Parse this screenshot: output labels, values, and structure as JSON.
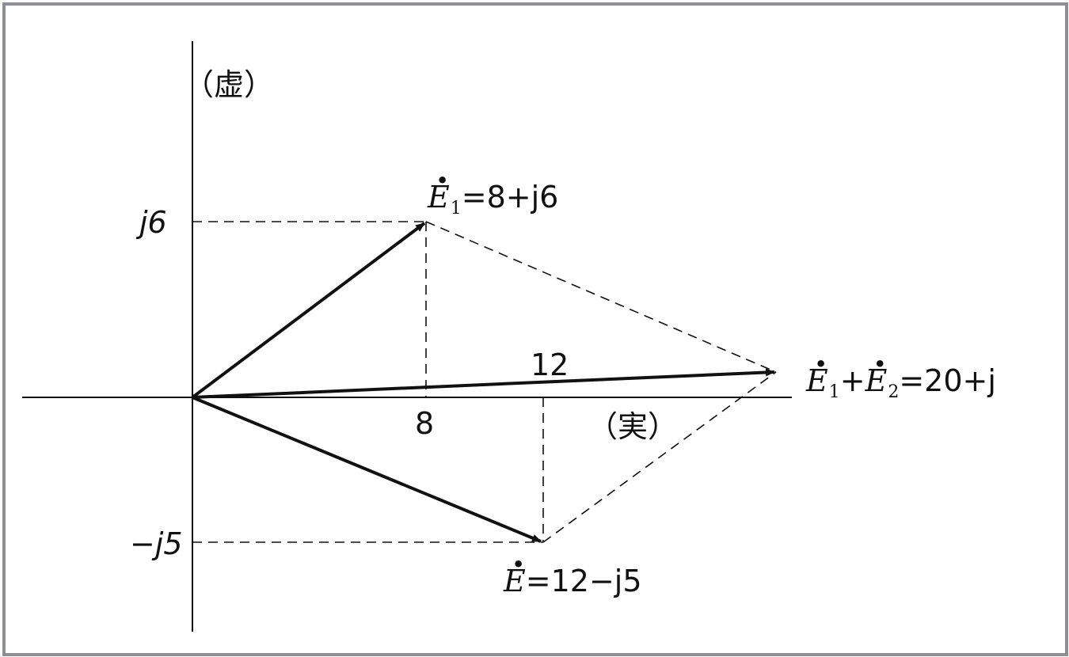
{
  "axes": {
    "imag_label": "（虚）",
    "real_label": "（実）"
  },
  "ticks": {
    "j6": "j6",
    "neg_j5": "−j5",
    "x8": "8",
    "x12": "12"
  },
  "vectors": {
    "e1": {
      "symbol": "E",
      "sub": "1",
      "eq": "=8+j6"
    },
    "e2": {
      "symbol": "E",
      "eq": "=12−j5"
    },
    "sum": {
      "symbol1": "E",
      "sub1": "1",
      "plus": "+",
      "symbol2": "E",
      "sub2": "2",
      "eq": "=20+j"
    }
  },
  "colors": {
    "frame": "#8e8e9a",
    "ink": "#111111"
  }
}
